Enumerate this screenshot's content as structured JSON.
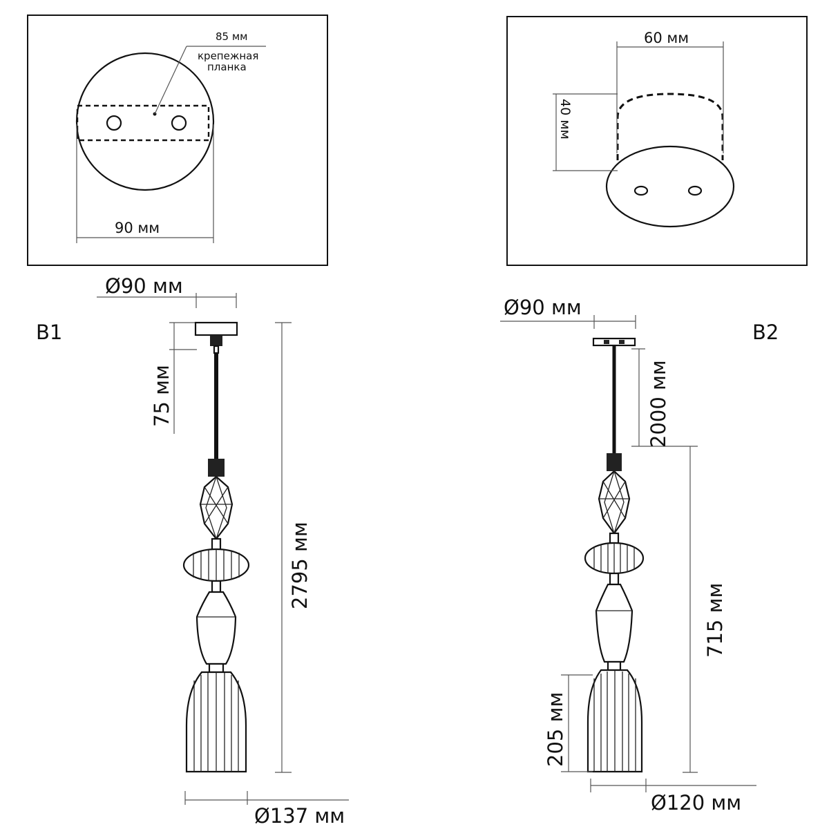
{
  "top_left_panel": {
    "bar_length": "85 мм",
    "bar_label_line1": "крепежная",
    "bar_label_line2": "планка",
    "canopy_width": "90 мм"
  },
  "top_right_panel": {
    "width": "60 мм",
    "height": "40 мм"
  },
  "variant_b1": {
    "label": "B1",
    "canopy_diameter": "Ø90 мм",
    "canopy_height": "75 мм",
    "total_height": "2795 мм",
    "shade_diameter": "Ø137 мм"
  },
  "variant_b2": {
    "label": "B2",
    "canopy_diameter": "Ø90 мм",
    "cable_length": "2000 мм",
    "body_height": "715 мм",
    "shade_height": "205 мм",
    "shade_diameter": "Ø120 мм"
  }
}
